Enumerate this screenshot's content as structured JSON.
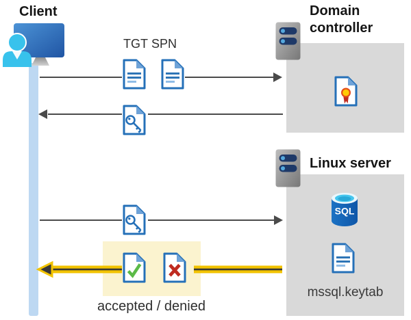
{
  "client": {
    "label": "Client"
  },
  "domain_controller": {
    "label": "Domain controller"
  },
  "linux_server": {
    "label": "Linux server"
  },
  "tickets": {
    "tgt": "TGT",
    "spn": "SPN"
  },
  "database": {
    "label": "SQL"
  },
  "files": {
    "keytab": "mssql.keytab"
  },
  "result": {
    "label": "accepted / denied"
  },
  "icons": [
    "client-workstation-icon",
    "server-icon",
    "document-icon",
    "key-document-icon",
    "certificate-icon",
    "sql-database-icon",
    "check-document-icon",
    "x-document-icon"
  ],
  "colors": {
    "doc_blue": "#2570b8",
    "box_gray": "#d9d9d9",
    "lifeline_blue": "#bdd8f2",
    "highlight_yellow": "#fbf3cf",
    "arrow_yellow": "#f2c300",
    "arrow_gray": "#4a4a4a",
    "accept_green": "#5bba47",
    "deny_red": "#bf2b20"
  }
}
